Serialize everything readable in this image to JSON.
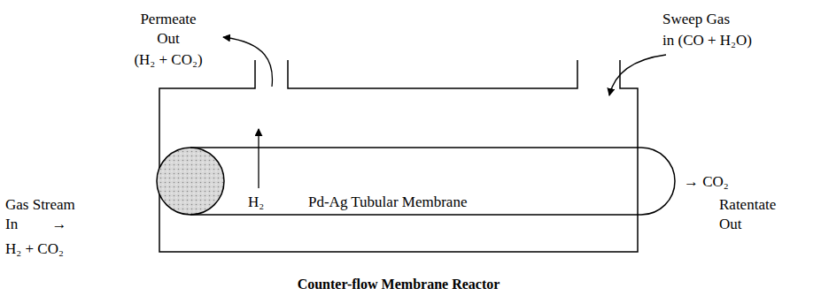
{
  "diagram": {
    "caption": "Counter-flow Membrane Reactor",
    "nodes": [
      {
        "text": [
          "H₂",
          "Pd-Ag Tubular Membrane"
        ]
      }
    ],
    "labels": [
      "Permeate",
      "Out",
      "(H₂ + CO₂)",
      "Sweep Gas",
      "in (CO + H₂O)",
      "Gas Stream",
      "In →",
      "H₂ + CO₂",
      "→ CO₂",
      "Ratentate",
      "Out"
    ]
  }
}
